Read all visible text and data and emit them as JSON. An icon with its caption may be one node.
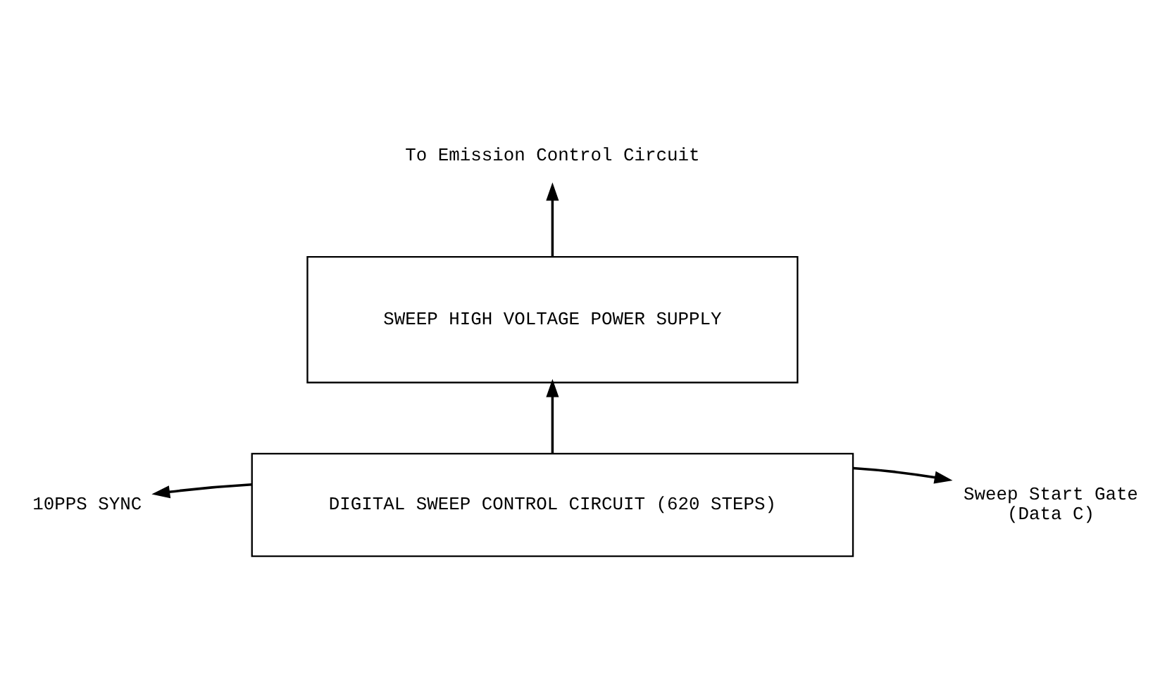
{
  "diagram": {
    "nodes": [
      {
        "text": [
          "To Emission Control Circuit"
        ]
      },
      {
        "text": [
          "SWEEP HIGH VOLTAGE POWER SUPPLY"
        ]
      },
      {
        "text": [
          "DIGITAL SWEEP CONTROL CIRCUIT (620 STEPS)"
        ]
      },
      {
        "text": [
          "10PPS SYNC"
        ]
      },
      {
        "text": [
          "Sweep Start Gate",
          "(Data C)"
        ]
      }
    ],
    "edges": [
      {
        "from": 1,
        "to": 0,
        "arrow": "to"
      },
      {
        "from": 2,
        "to": 1,
        "arrow": "to"
      },
      {
        "from": 2,
        "to": 3,
        "arrow": "to"
      },
      {
        "from": 2,
        "to": 4,
        "arrow": "to"
      }
    ]
  }
}
